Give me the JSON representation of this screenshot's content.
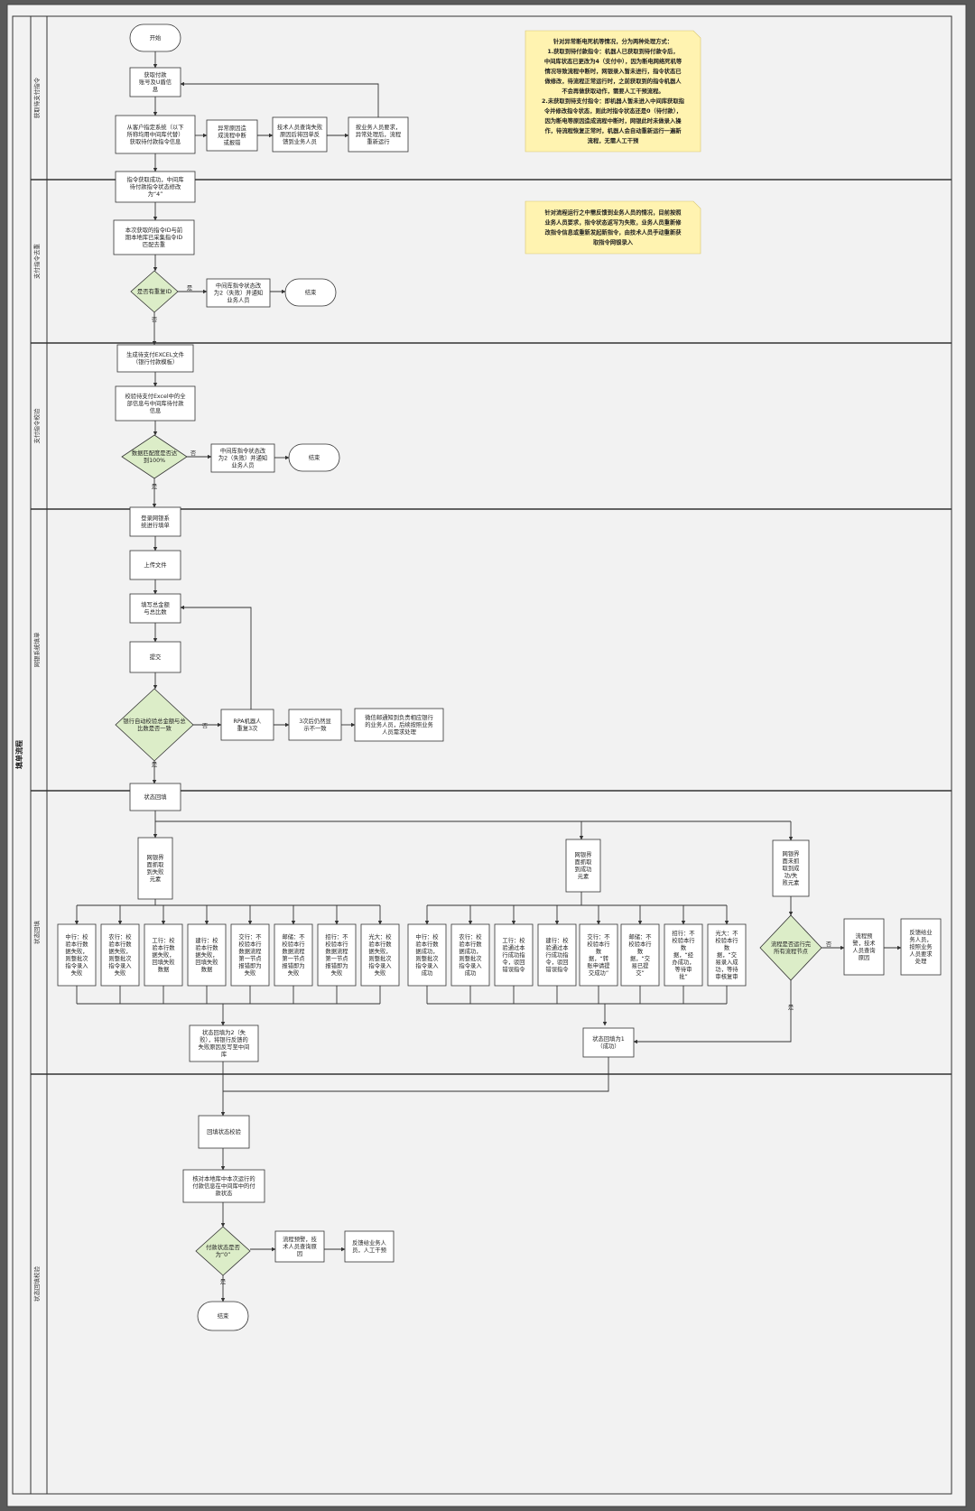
{
  "title": "填单流程",
  "lanes": [
    "获取待支付指令",
    "支付指令去重",
    "支付指令校验",
    "网银系统填单",
    "状态回填",
    "状态回填校验"
  ],
  "notes": {
    "note1": [
      "针对异常断电死机等情况，分为两种处理方式：",
      "1.获取到待付款指令：机器人已获取到待付款令后，",
      "中间库状态已更改为4（支付中），因为断电网络死机等",
      "情况导致流程中断时，网银录入暂未进行，指令状态已",
      "做修改，待流程正常运行时，之前获取到的指令机器人",
      "不会再做获取动作，需要人工干预流程。",
      "2.未获取到待支付指令：即机器人暂未进入中间库获取指",
      "令并修改指令状态，则此时指令状态还是0（待付款），",
      "因为断电等原因造成流程中断时，网银此时未做录入操",
      "作，待流程恢复正常时，机器人会自动重新运行一遍新",
      "流程，无需人工干预"
    ],
    "note2": [
      "针对流程运行之中需反馈到业务人员的情况，目前按照",
      "业务人员要求，指令状态返写为失败，业务人员重新修",
      "改指令信息或重新发起新指令，由技术人员手动重新获",
      "取指令网银录入"
    ]
  },
  "nodes": {
    "start": "开始",
    "get_account": [
      "获取付款",
      "账号及U盾信",
      "息"
    ],
    "get_instruction": [
      "从客户指定系统（以下",
      "所称均用中间库代替）",
      "获取待付款指令信息"
    ],
    "exception_interrupt": [
      "异常原因造",
      "成流程中断",
      "或报错"
    ],
    "tech_check": [
      "技术人员查询失败",
      "原因后将回单反",
      "馈到业务人员"
    ],
    "biz_request": [
      "按业务人员要求，",
      "异常处理后，流程",
      "重新运行"
    ],
    "status_update4": [
      "指令获取成功，中间库",
      "待付款指令状态修改",
      "为“4”"
    ],
    "compare_id": [
      "本次获取的指令ID与前",
      "期本地库已采集指令ID",
      "匹配去重"
    ],
    "dup_check": "是否有重复ID",
    "status_fail2_a": [
      "中间库指令状态改",
      "为2（失败）并通知",
      "业务人员"
    ],
    "end1": "结束",
    "gen_excel": [
      "生成待支付EXCEL文件",
      "（银行付款模板）"
    ],
    "verify_excel": [
      "校验待支付Excel中的全",
      "部信息与中间库待付款",
      "信息"
    ],
    "match_check": [
      "数据匹配度是否达",
      "到100%"
    ],
    "status_fail2_b": [
      "中间库指令状态改",
      "为2（失败）并通知",
      "业务人员"
    ],
    "end2": "结束",
    "login_bank": [
      "登录网银系",
      "统进行填单"
    ],
    "upload": "上传文件",
    "fill_total": [
      "填写总金额",
      "与总比数"
    ],
    "submit": "提交",
    "bank_verify": [
      "银行自动校验总金额与总",
      "比数是否一致"
    ],
    "rpa_retry": [
      "RPA机器人",
      "重复3次"
    ],
    "still_mismatch": [
      "3次后仍然显",
      "示不一致"
    ],
    "notify_staff": [
      "微信邮通知到负责相应银行",
      "的业务人员，后续按照业务",
      "人员需求处理"
    ],
    "status_fill": "状态回填",
    "fail_elem": [
      "网银界",
      "面抓取",
      "到失败",
      "元素"
    ],
    "success_elem": [
      "网银界",
      "面抓取",
      "到成功",
      "元素"
    ],
    "none_elem": [
      "网银界",
      "面未抓",
      "取到成",
      "功/失",
      "败元素"
    ],
    "fail_banks": [
      [
        "中行：校",
        "验本行数",
        "据失败，",
        "则整批次",
        "指令录入",
        "失败"
      ],
      [
        "农行：校",
        "验本行数",
        "据失败，",
        "则整批次",
        "指令录入",
        "失败"
      ],
      [
        "工行：校",
        "验本行数",
        "据失败，",
        "回填失败",
        "数据"
      ],
      [
        "建行：校",
        "验本行数",
        "据失败，",
        "回填失败",
        "数据"
      ],
      [
        "交行：不",
        "校验本行",
        "数据流程",
        "第一节点",
        "报错即为",
        "失败"
      ],
      [
        "邮储：不",
        "校验本行",
        "数据流程",
        "第一节点",
        "报错即为",
        "失败"
      ],
      [
        "招行：不",
        "校验本行",
        "数据流程",
        "第一节点",
        "报错即为",
        "失败"
      ],
      [
        "光大：校",
        "验本行数",
        "据失败，",
        "则整批次",
        "指令录入",
        "失败"
      ]
    ],
    "success_banks": [
      [
        "中行：校",
        "验本行数",
        "据成功，",
        "则整批次",
        "指令录入",
        "成功"
      ],
      [
        "农行：校",
        "验本行数",
        "据成功，",
        "则整批次",
        "指令录入",
        "成功"
      ],
      [
        "工行：校",
        "验通过本",
        "行成功指",
        "令，驳回",
        "错误指令"
      ],
      [
        "建行：校",
        "验通过本",
        "行成功指",
        "令，驳回",
        "错误指令"
      ],
      [
        "交行：不",
        "校验本行",
        "数",
        "据，“转",
        "账申请提",
        "交成功”"
      ],
      [
        "邮储：不",
        "校验本行",
        "数",
        "据，“交",
        "易已提",
        "交”"
      ],
      [
        "招行：不",
        "校验本行",
        "数",
        "据，“经",
        "办成功，",
        "等待审",
        "批”"
      ],
      [
        "光大：不",
        "校验本行",
        "数",
        "据，“交",
        "易录入成",
        "功，等待",
        "审核复审"
      ]
    ],
    "flow_all_nodes": [
      "流程是否运行完",
      "所有流程节点"
    ],
    "flow_alert": [
      "流程预",
      "警，技术",
      "人员查询",
      "原因"
    ],
    "feedback_biz_a": [
      "反馈给业",
      "务人员，",
      "按照业务",
      "人员要求",
      "处理"
    ],
    "status_fail_fill": [
      "状态回填为2（失",
      "败），将银行反馈的",
      "失败原因反写至中间",
      "库"
    ],
    "status_success_fill": [
      "状态回填为1",
      "（成功）"
    ],
    "fill_status_check": "回填状态校验",
    "verify_local": [
      "核对本地库中本次运行的",
      "付款信息在中间库中的付",
      "款状态"
    ],
    "payment_status": [
      "付款状态是否",
      "为“0”"
    ],
    "flow_alert_b": [
      "流程预警，技",
      "术人员查询原",
      "因"
    ],
    "feedback_biz_b": [
      "反馈给业务人",
      "员，人工干预"
    ],
    "end3": "结束"
  },
  "labels": {
    "yes": "是",
    "no": "否"
  },
  "colors": {
    "background": "#f2f2f2",
    "frame": "#5a5a5a",
    "diamond_fill": "#dcedc8",
    "note_fill": "#fff3b0",
    "line": "#333333"
  }
}
